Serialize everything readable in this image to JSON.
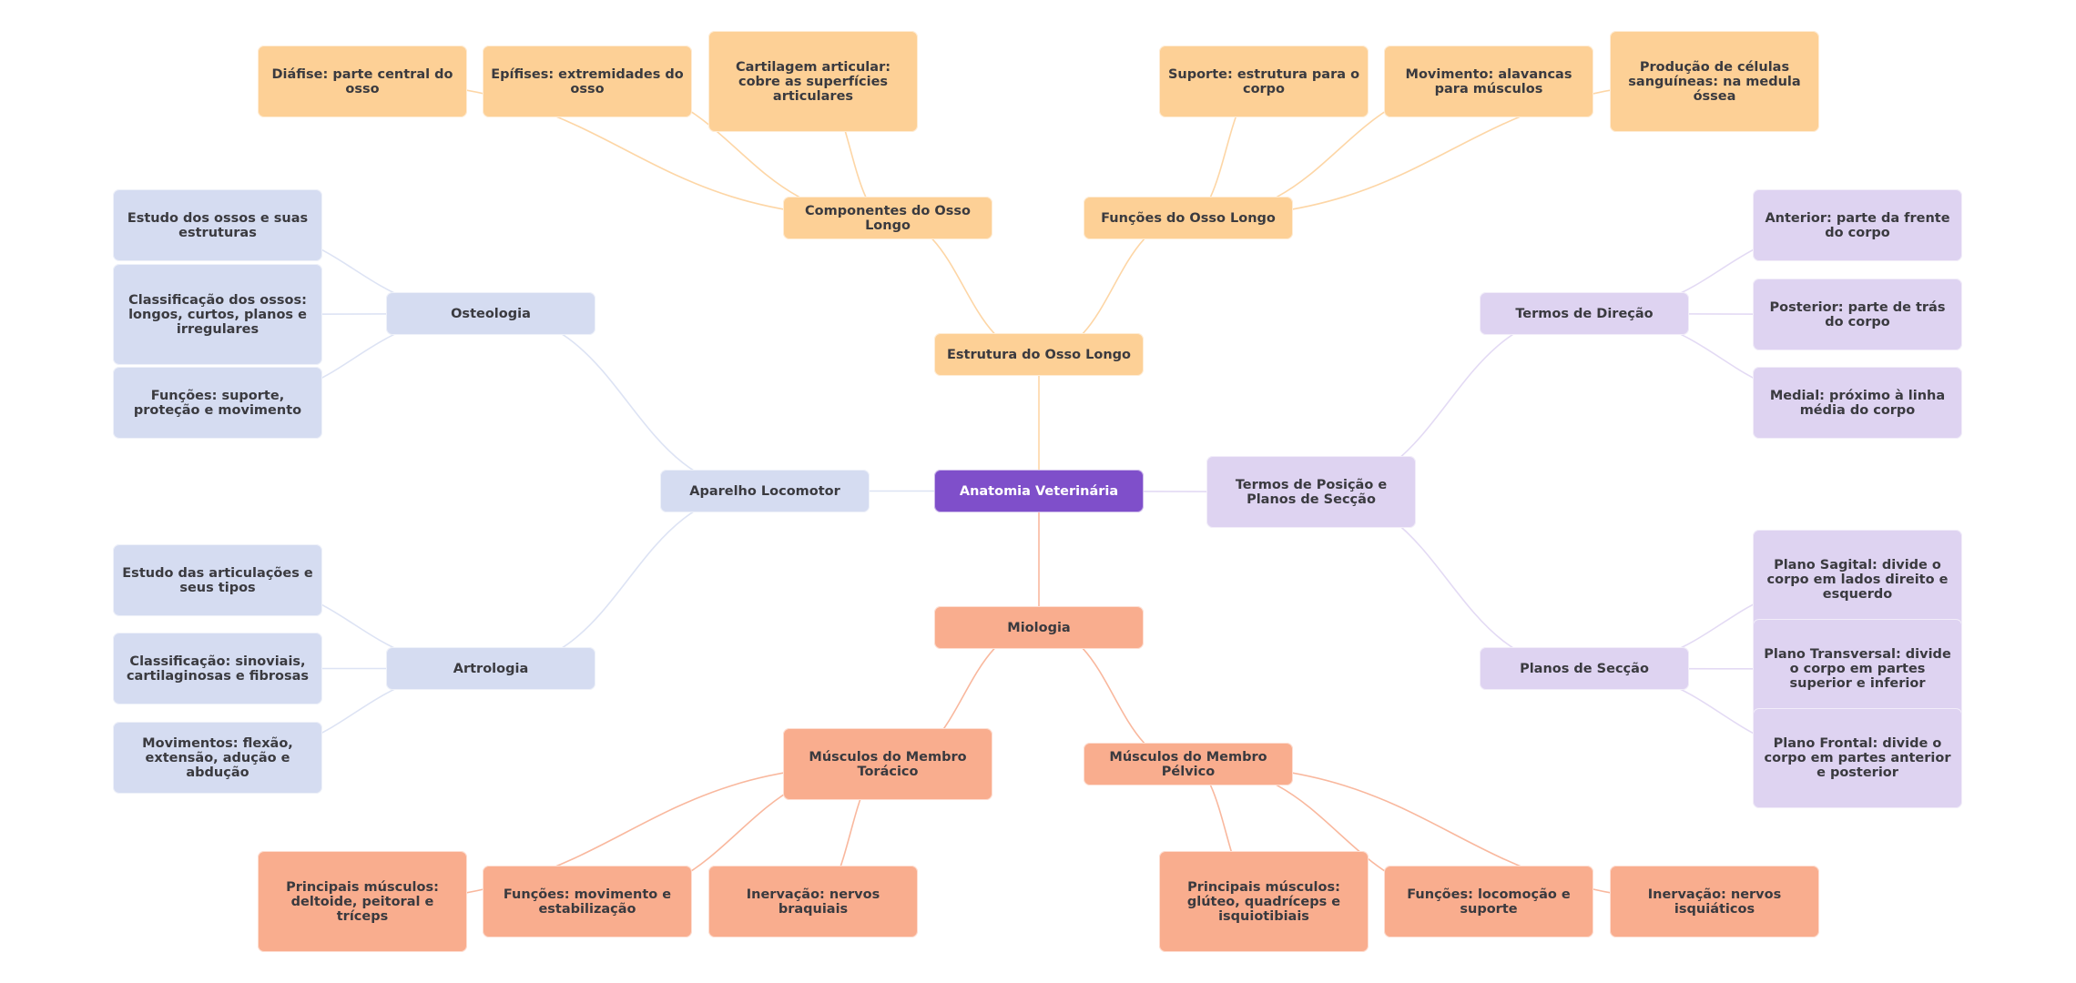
{
  "title": "Anatomia Veterinária",
  "colors": {
    "root": "#7f4fca",
    "orange": "#fdd096",
    "blue": "#d5dcf1",
    "purple": "#ded3f1",
    "salmon": "#f9ad8e",
    "edge_orange": "#fdd6a6",
    "edge_blue": "#dde3f4",
    "edge_purple": "#e3daf4",
    "edge_salmon": "#f9b89e"
  },
  "nodes": {
    "root": "Anatomia Veterinária",
    "estrutura": "Estrutura do Osso Longo",
    "componentes": "Componentes do Osso Longo",
    "diafise": "Diáfise: parte central do osso",
    "epifises": "Epífises: extremidades do osso",
    "cartilagem": "Cartilagem articular: cobre as superfícies articulares",
    "funcoes_osso": "Funções do Osso Longo",
    "suporte": "Suporte: estrutura para o corpo",
    "movimento": "Movimento: alavancas para músculos",
    "producao": "Produção de células sanguíneas: na medula óssea",
    "aparelho": "Aparelho Locomotor",
    "osteologia": "Osteologia",
    "estudo_ossos": "Estudo dos ossos e suas estruturas",
    "classif_ossos": "Classificação dos ossos: longos, curtos, planos e irregulares",
    "funcoes_ost": "Funções: suporte, proteção e movimento",
    "artrologia": "Artrologia",
    "estudo_artic": "Estudo das articulações e seus tipos",
    "classif_artic": "Classificação: sinoviais, cartilaginosas e fibrosas",
    "movimentos": "Movimentos: flexão, extensão, adução e abdução",
    "termos_pos": "Termos de Posição e Planos de Secção",
    "termos_dir": "Termos de Direção",
    "anterior": "Anterior: parte da frente do corpo",
    "posterior": "Posterior: parte de trás do corpo",
    "medial": "Medial: próximo à linha média do corpo",
    "planos": "Planos de Secção",
    "sagital": "Plano Sagital: divide o corpo em lados direito e esquerdo",
    "transversal": "Plano Transversal: divide o corpo em partes superior e inferior",
    "frontal": "Plano Frontal: divide o corpo em partes anterior e posterior",
    "miologia": "Miologia",
    "toracico": "Músculos do Membro Torácico",
    "principais_tor": "Principais músculos: deltoide, peitoral e tríceps",
    "funcoes_tor": "Funções: movimento e estabilização",
    "inervacao_tor": "Inervação: nervos braquiais",
    "pelvico": "Músculos do Membro Pélvico",
    "principais_pel": "Principais músculos: glúteo, quadríceps e isquiotibiais",
    "funcoes_pel": "Funções: locomoção e suporte",
    "inervacao_pel": "Inervação: nervos isquiáticos"
  },
  "edges": [
    [
      "root",
      "estrutura",
      "orange"
    ],
    [
      "estrutura",
      "componentes",
      "orange"
    ],
    [
      "estrutura",
      "funcoes_osso",
      "orange"
    ],
    [
      "componentes",
      "diafise",
      "orange"
    ],
    [
      "componentes",
      "epifises",
      "orange"
    ],
    [
      "componentes",
      "cartilagem",
      "orange"
    ],
    [
      "funcoes_osso",
      "suporte",
      "orange"
    ],
    [
      "funcoes_osso",
      "movimento",
      "orange"
    ],
    [
      "funcoes_osso",
      "producao",
      "orange"
    ],
    [
      "root",
      "aparelho",
      "blue"
    ],
    [
      "aparelho",
      "osteologia",
      "blue"
    ],
    [
      "aparelho",
      "artrologia",
      "blue"
    ],
    [
      "osteologia",
      "estudo_ossos",
      "blue"
    ],
    [
      "osteologia",
      "classif_ossos",
      "blue"
    ],
    [
      "osteologia",
      "funcoes_ost",
      "blue"
    ],
    [
      "artrologia",
      "estudo_artic",
      "blue"
    ],
    [
      "artrologia",
      "classif_artic",
      "blue"
    ],
    [
      "artrologia",
      "movimentos",
      "blue"
    ],
    [
      "root",
      "termos_pos",
      "purple"
    ],
    [
      "termos_pos",
      "termos_dir",
      "purple"
    ],
    [
      "termos_pos",
      "planos",
      "purple"
    ],
    [
      "termos_dir",
      "anterior",
      "purple"
    ],
    [
      "termos_dir",
      "posterior",
      "purple"
    ],
    [
      "termos_dir",
      "medial",
      "purple"
    ],
    [
      "planos",
      "sagital",
      "purple"
    ],
    [
      "planos",
      "transversal",
      "purple"
    ],
    [
      "planos",
      "frontal",
      "purple"
    ],
    [
      "root",
      "miologia",
      "salmon"
    ],
    [
      "miologia",
      "toracico",
      "salmon"
    ],
    [
      "miologia",
      "pelvico",
      "salmon"
    ],
    [
      "toracico",
      "principais_tor",
      "salmon"
    ],
    [
      "toracico",
      "funcoes_tor",
      "salmon"
    ],
    [
      "toracico",
      "inervacao_tor",
      "salmon"
    ],
    [
      "pelvico",
      "principais_pel",
      "salmon"
    ],
    [
      "pelvico",
      "funcoes_pel",
      "salmon"
    ],
    [
      "pelvico",
      "inervacao_pel",
      "salmon"
    ]
  ]
}
